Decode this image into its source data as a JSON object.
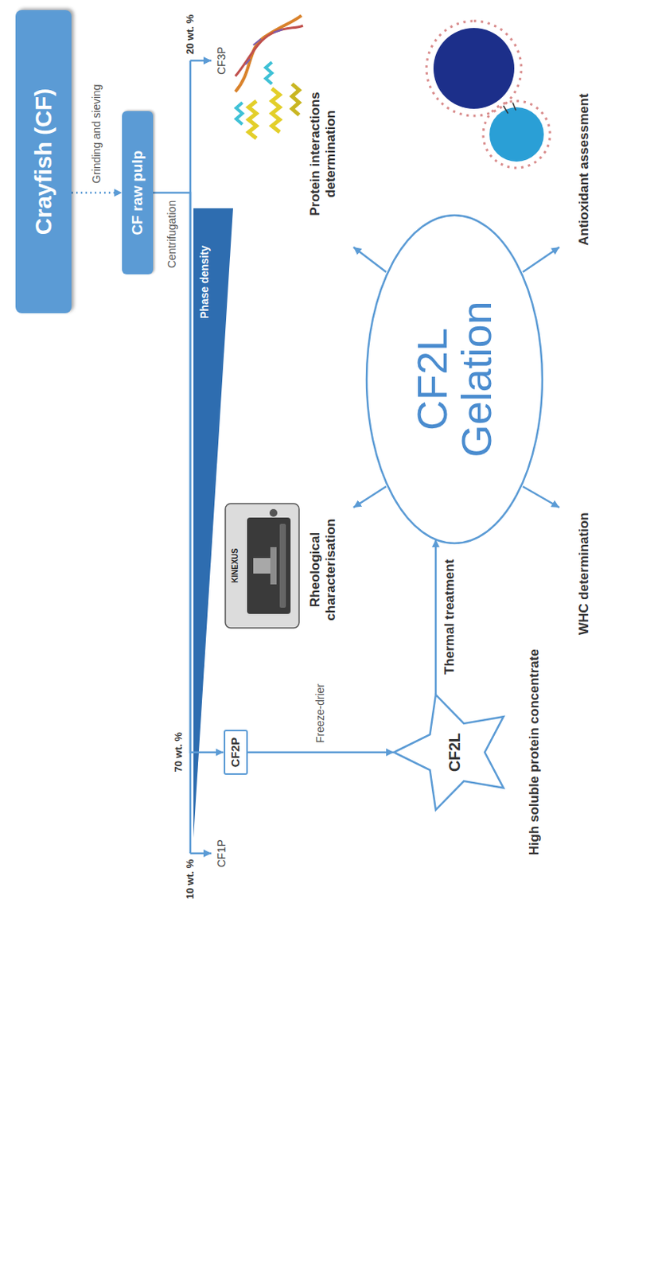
{
  "diagram": {
    "nodes": [
      {
        "text": [
          "Crayfish (CF)"
        ]
      },
      {
        "text": [
          "CF raw pulp"
        ]
      },
      {
        "text": [
          "CF2P"
        ]
      },
      {
        "text": [
          "CF2L"
        ]
      },
      {
        "text": [
          "CF2L Gelation"
        ]
      }
    ],
    "edges": [
      {
        "from": 0,
        "to": 1,
        "label": "Grinding and sieving",
        "arrow": "to"
      },
      {
        "from": 1,
        "to": 2,
        "label": "Centrifugation",
        "arrow": "to"
      },
      {
        "from": 2,
        "to": 3,
        "label": "Freeze-drier",
        "arrow": "to"
      },
      {
        "from": 3,
        "to": 4,
        "label": "Thermal treatment",
        "arrow": "to"
      }
    ],
    "labels": [
      "10 wt. %",
      "70 wt. %",
      "20 wt. %",
      "CF1P",
      "CF3P",
      "Phase density",
      "High soluble protein concentrate",
      "Rheological characterisation",
      "Protein interactions determination",
      "WHC determination",
      "Antioxidant assessment",
      "KINEXUS"
    ]
  }
}
